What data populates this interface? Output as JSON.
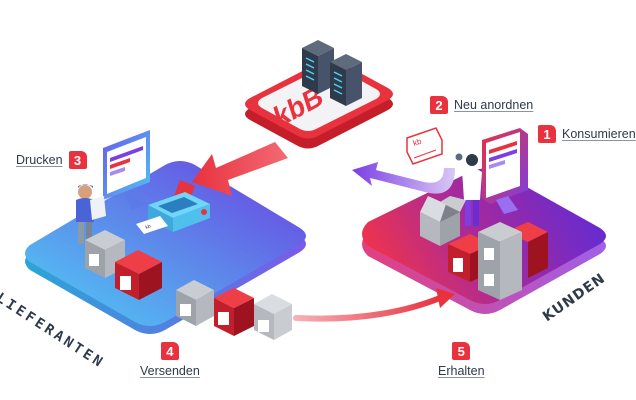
{
  "steps": [
    {
      "number": "1",
      "label": "Konsumieren"
    },
    {
      "number": "2",
      "label": "Neu anordnen"
    },
    {
      "number": "3",
      "label": "Drucken"
    },
    {
      "number": "4",
      "label": "Versenden"
    },
    {
      "number": "5",
      "label": "Erhalten"
    }
  ],
  "zones": {
    "supplier": "LIEFERANTEN",
    "customer": "KUNDEN"
  },
  "server_logo": "kbB",
  "label_logo": "kb",
  "colors": {
    "accent_red": "#e8323e",
    "text_dark": "#2f3a4a",
    "supplier_platform_start": "#4fc3f7",
    "supplier_platform_end": "#7b3fe4",
    "customer_platform_start": "#f0304a",
    "customer_platform_end": "#6a2bd8"
  }
}
